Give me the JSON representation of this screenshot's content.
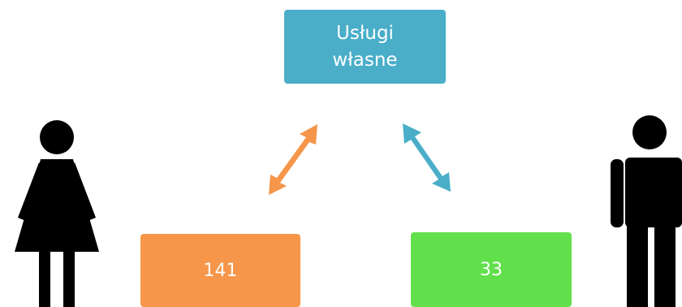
{
  "diagram": {
    "top_box": {
      "label": "Usługi\nwłasne",
      "color": "#4aaec9"
    },
    "left_box": {
      "value": "141",
      "color": "#f5964a"
    },
    "right_box": {
      "value": "33",
      "color": "#61e04b"
    },
    "left_figure": {
      "icon": "woman-icon",
      "color": "#000000"
    },
    "right_figure": {
      "icon": "man-icon",
      "color": "#000000"
    },
    "left_arrow": {
      "icon": "double-arrow-icon",
      "color": "#f5964a"
    },
    "right_arrow": {
      "icon": "double-arrow-icon",
      "color": "#4aaec9"
    }
  }
}
